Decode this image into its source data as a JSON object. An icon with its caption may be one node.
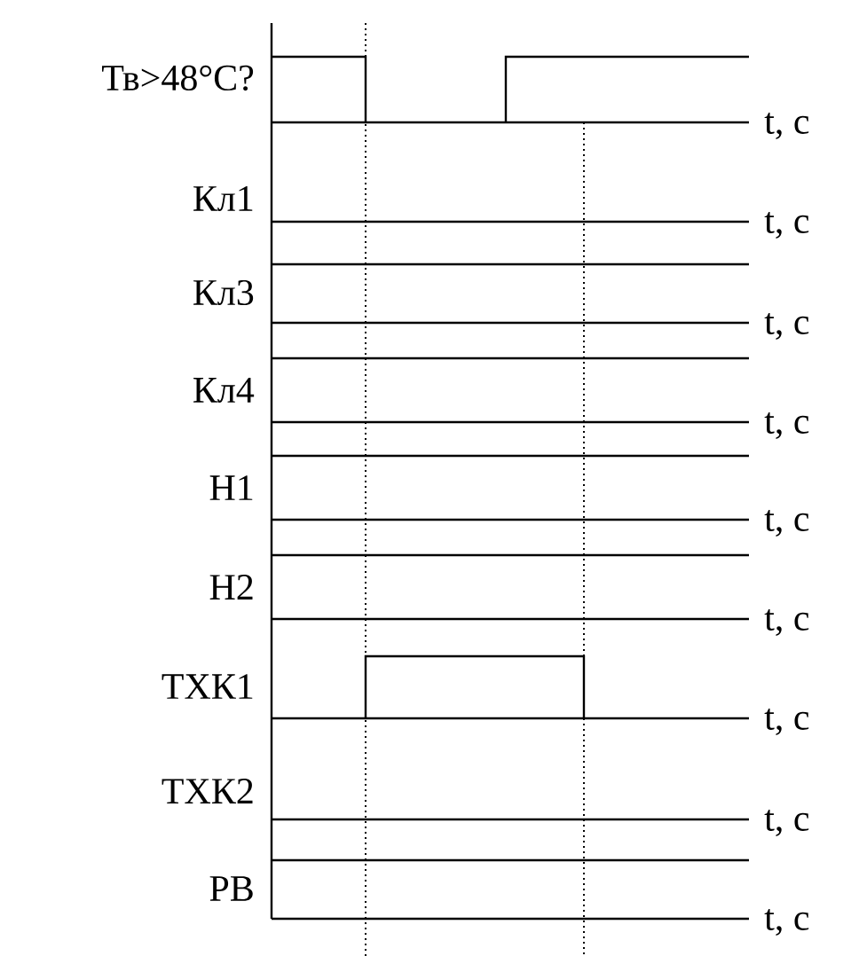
{
  "diagram": {
    "labels": [
      "Тв>48°С?",
      "t, с",
      "Кл1",
      "t, с",
      "Кл3",
      "t, с",
      "Кл4",
      "t, с",
      "Н1",
      "t, с",
      "Н2",
      "t, с",
      "ТХК1",
      "t, с",
      "ТХК2",
      "t, с",
      "РВ",
      "t, с"
    ]
  }
}
